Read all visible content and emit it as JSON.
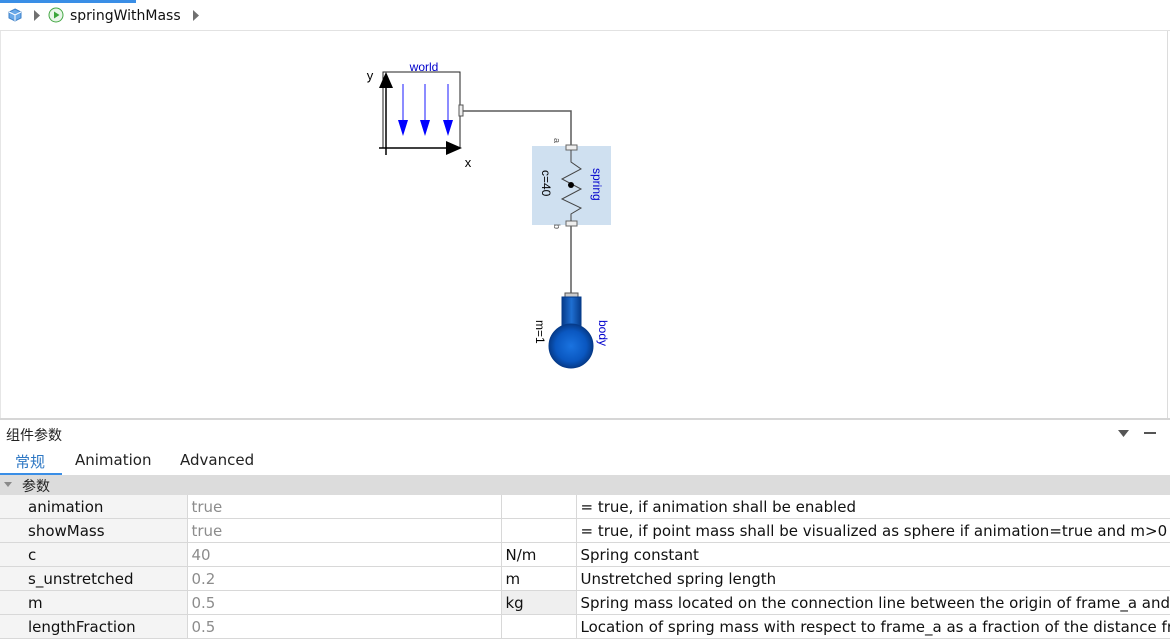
{
  "window": {
    "breadcrumb_model": "springWithMass",
    "icons": [
      "package-icon",
      "chevron-right-icon",
      "play-icon",
      "chevron-right-icon"
    ]
  },
  "diagram": {
    "world": {
      "label": "world",
      "axis_x": "x",
      "axis_y": "y"
    },
    "spring": {
      "label": "spring",
      "param": "c=40",
      "port_a": "a",
      "port_b": "b"
    },
    "body": {
      "label": "body",
      "param": "m=1"
    },
    "colors": {
      "blue_label": "#0000cc",
      "spring_fill": "#cfe0f0",
      "mass_blue": "#0a57c0"
    }
  },
  "panel": {
    "title": "组件参数",
    "tabs": [
      {
        "label": "常规",
        "active": true
      },
      {
        "label": "Animation",
        "active": false
      },
      {
        "label": "Advanced",
        "active": false
      }
    ],
    "group": "参数",
    "params": [
      {
        "name": "animation",
        "value": "true",
        "unit": "",
        "desc": "= true, if animation shall be enabled"
      },
      {
        "name": "showMass",
        "value": "true",
        "unit": "",
        "desc": "= true, if point mass shall be visualized as sphere if animation=true and m>0"
      },
      {
        "name": "c",
        "value": "40",
        "unit": "N/m",
        "desc": "Spring constant"
      },
      {
        "name": "s_unstretched",
        "value": "0.2",
        "unit": "m",
        "desc": "Unstretched spring length"
      },
      {
        "name": "m",
        "value": "0.5",
        "unit": "kg",
        "desc": "Spring mass located on the connection line between the origin of frame_a and th"
      },
      {
        "name": "lengthFraction",
        "value": "0.5",
        "unit": "",
        "desc": "Location of spring mass with respect to frame_a as a fraction of the distance from"
      }
    ]
  }
}
